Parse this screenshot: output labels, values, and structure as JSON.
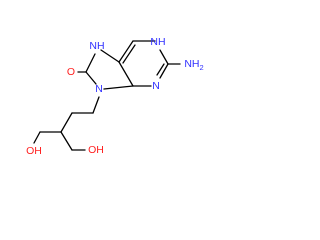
{
  "molecule": {
    "colors": {
      "nitrogen": "#2f2fff",
      "oxygen": "#ff1f1f",
      "bond": "#000000"
    },
    "labels": {
      "n7h": "NH",
      "n1h": "NH",
      "n9": "N",
      "n3": "N",
      "amine": "NH2",
      "carbonyl_o": "O",
      "hydroxyl_left": "OH",
      "hydroxyl_right": "OH"
    }
  }
}
